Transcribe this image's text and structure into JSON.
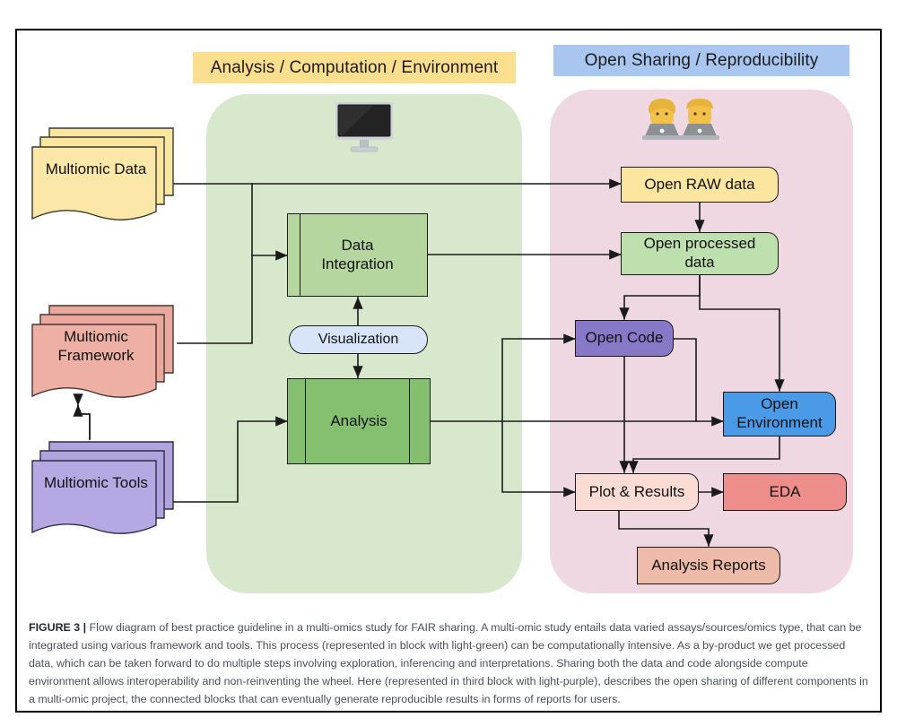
{
  "figure": {
    "label": "FIGURE 3",
    "separator": "|",
    "caption": "Flow diagram of best practice guideline in a multi-omics study for FAIR sharing. A multi-omic study entails data varied assays/sources/omics type, that can be integrated using various framework and tools. This process (represented in block with light-green) can be computationally intensive. As a by-product we get processed data, which can be taken forward to do multiple steps involving exploration, inferencing and interpretations. Sharing both the data and code alongside compute environment allows interoperability and non-reinventing the wheel. Here (represented in third block with light-purple), describes the open sharing of different components in a multi-omic project, the connected blocks that can eventually generate reproducible results in forms of reports for users."
  },
  "headers": {
    "left": "Analysis / Computation / Environment",
    "right": "Open Sharing / Reproducibility"
  },
  "icons": {
    "monitor": "desktop-computer-icon",
    "people": "two-people-with-laptops-icon"
  },
  "inputs": [
    {
      "id": "multiomic-data",
      "label": "Multiomic Data",
      "color": "#fbe6a0"
    },
    {
      "id": "multiomic-framework",
      "label_line1": "Multiomic",
      "label_line2": "Framework",
      "color": "#eaa99e"
    },
    {
      "id": "multiomic-tools",
      "label": "Multiomic Tools",
      "color": "#b0a3de"
    }
  ],
  "compute": {
    "data_integration": {
      "label_line1": "Data",
      "label_line2": "Integration",
      "color": "#b6d6a0"
    },
    "visualization": {
      "label": "Visualization",
      "color": "#d8e4f7"
    },
    "analysis": {
      "label": "Analysis",
      "color": "#85c070"
    }
  },
  "sharing": {
    "open_raw_data": {
      "label": "Open RAW data",
      "color": "#fbe6a0"
    },
    "open_processed": {
      "label_line1": "Open processed",
      "label_line2": "data",
      "color": "#bedfae"
    },
    "open_code": {
      "label": "Open Code",
      "color": "#8878c8"
    },
    "open_environment": {
      "label_line1": "Open",
      "label_line2": "Environment",
      "color": "#4a9ae8"
    },
    "plot_results": {
      "label": "Plot & Results",
      "color": "#fadcd4"
    },
    "eda": {
      "label": "EDA",
      "color": "#ed8e8b"
    },
    "analysis_reports": {
      "label": "Analysis Reports",
      "color": "#edbba8"
    }
  },
  "panels": {
    "compute_panel_color": "#d8e8cd",
    "sharing_panel_color": "#f0d8e2",
    "header_left_color": "#fbdf8f",
    "header_right_color": "#a8c6ef"
  }
}
